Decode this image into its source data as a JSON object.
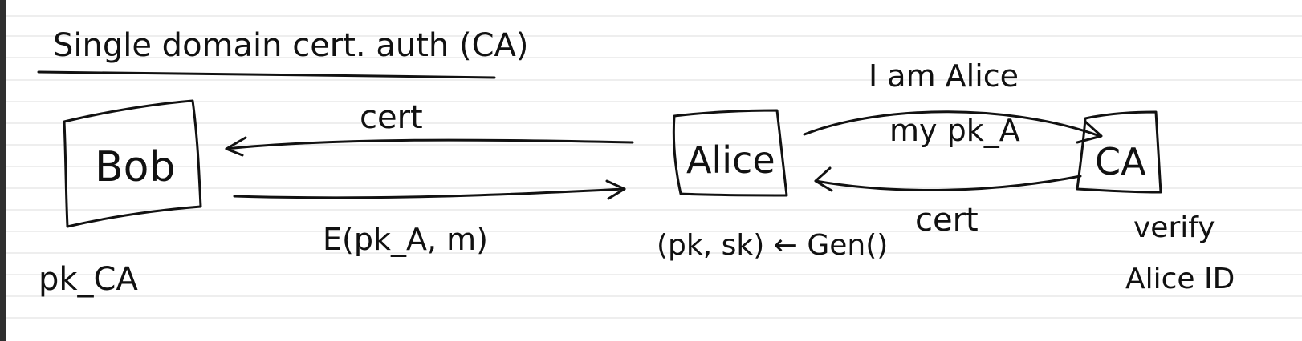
{
  "page": {
    "title": "Single domain cert. auth (CA)"
  },
  "nodes": {
    "bob": {
      "label": "Bob"
    },
    "alice": {
      "label": "Alice"
    },
    "ca": {
      "label": "CA"
    }
  },
  "messages": {
    "alice_to_bob": "cert",
    "bob_to_alice": "E(pk_A, m)",
    "alice_to_ca_line1": "I am Alice",
    "alice_to_ca_line2": "my pk_A",
    "ca_to_alice": "cert"
  },
  "notes": {
    "bob_key": "pk_CA",
    "alice_keygen": "(pk, sk) ← Gen()",
    "ca_verify_line1": "verify",
    "ca_verify_line2": "Alice ID"
  },
  "colors": {
    "ink": "#111111",
    "ruled_line": "#dcdcdc",
    "left_strip": "#2f2f2f",
    "paper": "#ffffff"
  }
}
